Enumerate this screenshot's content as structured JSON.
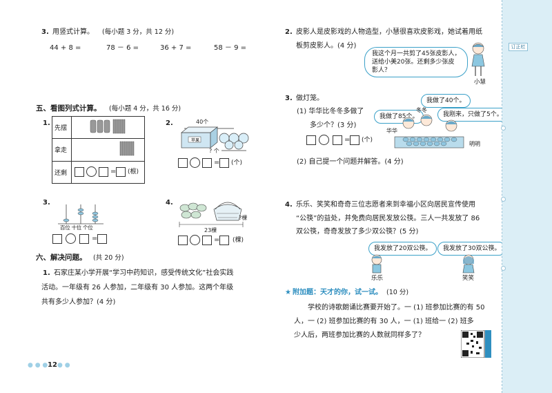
{
  "left": {
    "q3": {
      "num": "3.",
      "title": "用竖式计算。",
      "score": "(每小题 3 分，共 12 分)",
      "items": [
        "44 + 8 =",
        "78 － 6 =",
        "36 + 7 =",
        "58 － 9 ="
      ]
    },
    "sec5": {
      "title": "五、看图列式计算。",
      "score": "(每小题 4 分，共 16 分)",
      "p1": {
        "num": "1.",
        "rows": [
          "先摆",
          "拿走",
          "还剩"
        ],
        "unit": "(根)"
      },
      "p2": {
        "num": "2.",
        "top_label": "40个",
        "box_label": "苹果",
        "q_label": "? 个",
        "unit": "(个)"
      },
      "p3": {
        "num": "3.",
        "abacus_labels": [
          "百",
          "位",
          "十",
          "位",
          "个",
          "位"
        ]
      },
      "p4": {
        "num": "4.",
        "q_label": "?棵",
        "total_label": "23棵",
        "unit": "(棵)"
      }
    },
    "sec6": {
      "title": "六、解决问题。",
      "score": "(共 20 分)",
      "q1": {
        "num": "1.",
        "lines": [
          "石家庄某小学开展“学习中药知识，感受传统文化”社会实践",
          "活动。一年级有 26 人参加，二年级有 30 人参加。这两个年级",
          "共有多少人参加？(4 分)"
        ]
      }
    },
    "page_number": "12"
  },
  "right": {
    "q2": {
      "num": "2.",
      "lines": [
        "皮影人是皮影戏的人物造型，小慧很喜欢皮影戏，她试着用纸",
        "板剪皮影人。(4 分)"
      ],
      "bubble": [
        "我这个月一共剪了45张皮影人，",
        "送给小美20张。还剩多少张皮",
        "影人？"
      ],
      "name": "小慧"
    },
    "q3": {
      "num": "3.",
      "title": "做灯笼。",
      "sub1": [
        "(1) 华华比冬冬多做了",
        "多少个？(3 分)"
      ],
      "unit": "(个)",
      "sub2": "(2) 自己提一个问题并解答。(4 分)",
      "bubbles": [
        "我做了40个。",
        "我做了85个。",
        "我刚来，只做了5个。"
      ],
      "names": [
        "冬冬",
        "华华",
        "明明"
      ]
    },
    "q4": {
      "num": "4.",
      "lines": [
        "乐乐、笑笑和奇奇三位志愿者来到幸福小区向居民宣传使用",
        "“公筷”的益处，并免费向居民发放公筷。三人一共发放了 86",
        "双公筷，奇奇发放了多少双公筷？(5 分)"
      ],
      "bubbles": [
        "我发放了20双公筷。",
        "我发放了30双公筷。"
      ],
      "names": [
        "乐乐",
        "笑笑"
      ]
    },
    "bonus": {
      "title": "附加题：天才的你，试一试。",
      "score": "(10 分)",
      "lines": [
        "学校的诗歌朗诵比赛要开始了。一 (1) 班参加比赛的有 50",
        "人，一 (2) 班参加比赛的有 30 人，一 (1) 班给一 (2) 班多",
        "少人后，两班参加比赛的人数就同样多了？"
      ]
    }
  },
  "sidebar": {
    "tab_label": "订正栏"
  },
  "colors": {
    "accent": "#2f8fc0",
    "sidebar": "#dbeef6",
    "star": "#2f8fc0"
  }
}
